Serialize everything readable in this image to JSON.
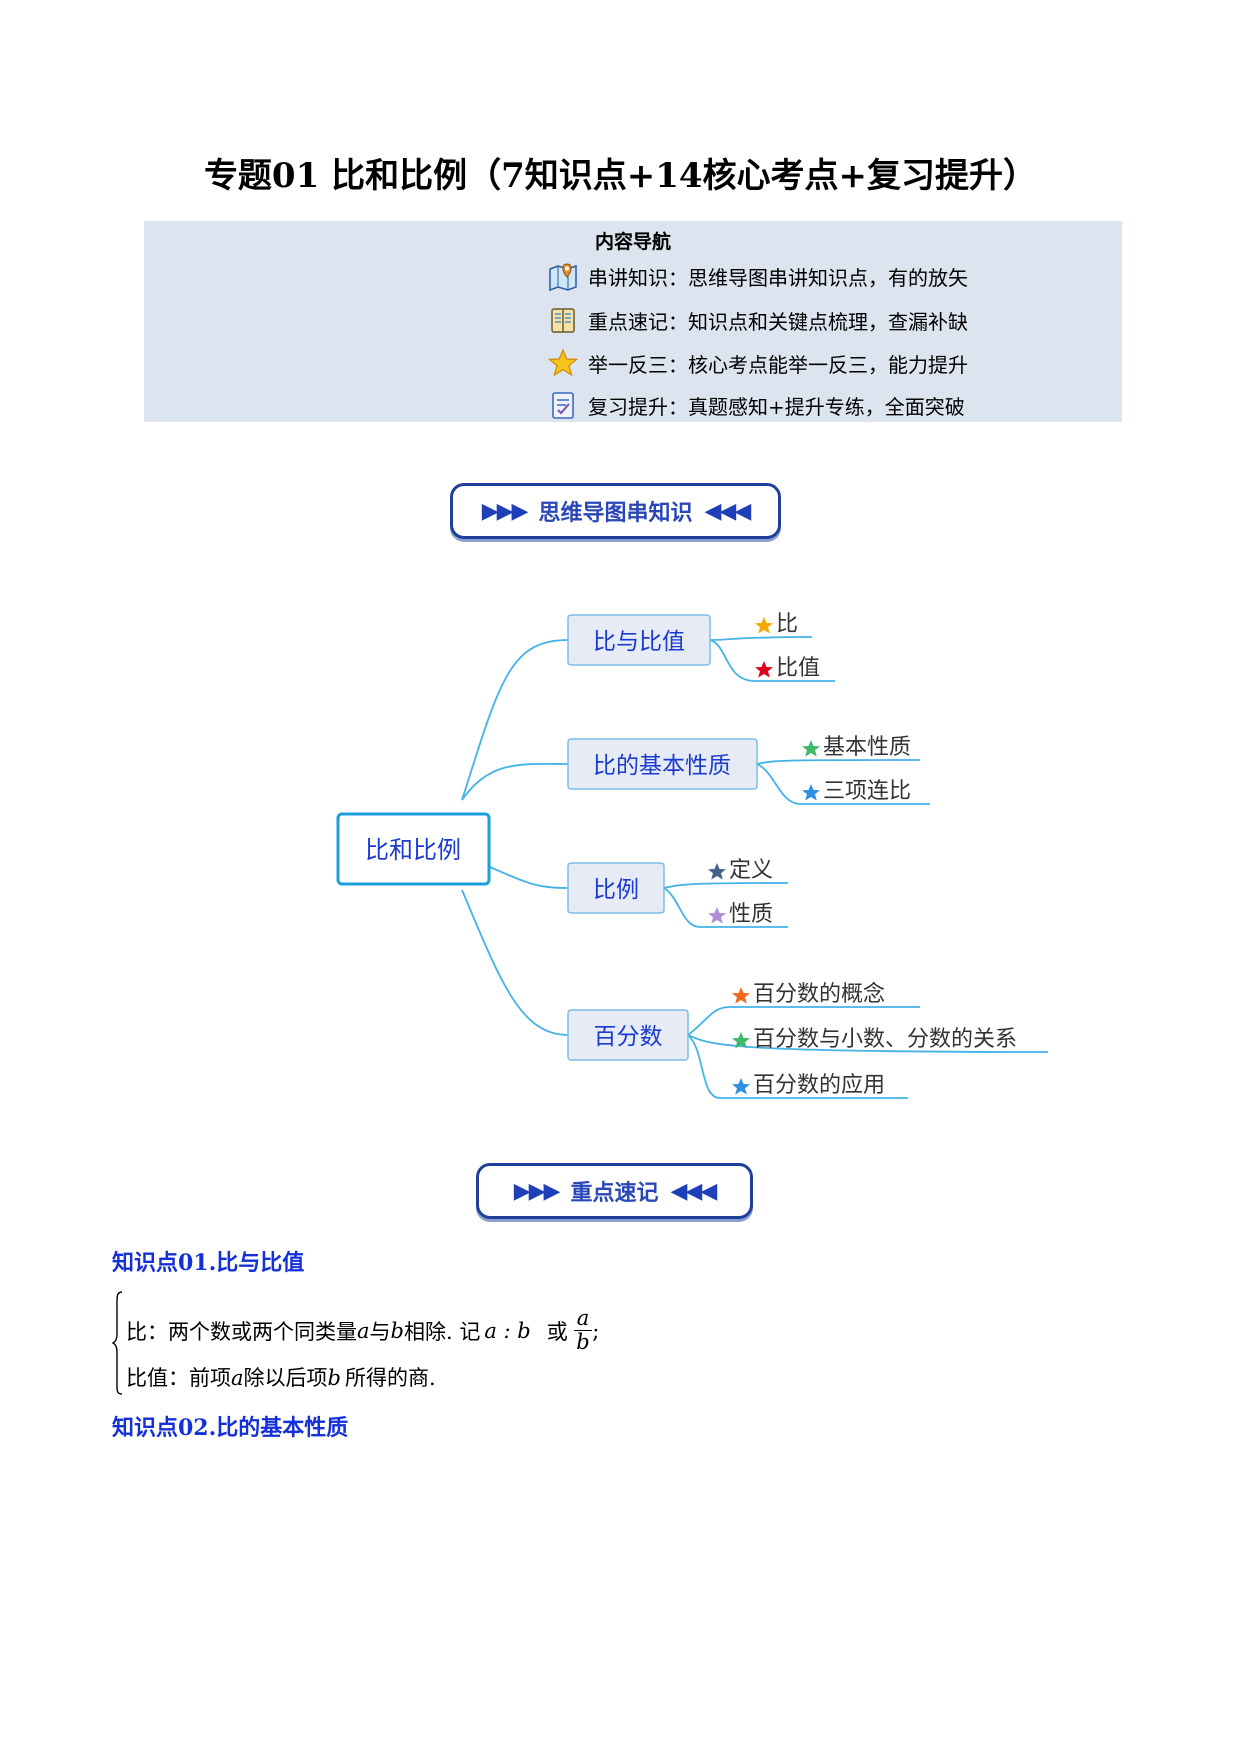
{
  "title": "专题01 比和比例（7知识点+14核心考点+复习提升）",
  "nav": {
    "heading": "内容导航",
    "rows": [
      {
        "icon": "map-icon",
        "text": "串讲知识：思维导图串讲知识点，有的放矢"
      },
      {
        "icon": "book-icon",
        "text": "重点速记：知识点和关键点梳理，查漏补缺"
      },
      {
        "icon": "star-icon",
        "text": "举一反三：核心考点能举一反三，能力提升"
      },
      {
        "icon": "checklist-icon",
        "text": "复习提升：真题感知+提升专练，全面突破"
      }
    ]
  },
  "banner1": {
    "label": "思维导图串知识"
  },
  "banner2": {
    "label": "重点速记"
  },
  "mindmap": {
    "root": "比和比例",
    "branches": [
      {
        "label": "比与比值",
        "leaves": [
          {
            "text": "比",
            "star": "#f2a900"
          },
          {
            "text": "比值",
            "star": "#e0001b"
          }
        ]
      },
      {
        "label": "比的基本性质",
        "leaves": [
          {
            "text": "基本性质",
            "star": "#3fb86a"
          },
          {
            "text": "三项连比",
            "star": "#2f8fe0"
          }
        ]
      },
      {
        "label": "比例",
        "leaves": [
          {
            "text": "定义",
            "star": "#45608a"
          },
          {
            "text": "性质",
            "star": "#b08fd8"
          }
        ]
      },
      {
        "label": "百分数",
        "leaves": [
          {
            "text": "百分数的概念",
            "star": "#f06a1d"
          },
          {
            "text": "百分数与小数、分数的关系",
            "star": "#3fb86a"
          },
          {
            "text": "百分数的应用",
            "star": "#2f8fe0"
          }
        ]
      }
    ]
  },
  "kp1": {
    "heading": "知识点01.比与比值",
    "line1_prefix": "比：两个数或两个同类量",
    "line1_a": "a",
    "line1_mid": "与",
    "line1_b": "b",
    "line1_suffix": "相除. 记",
    "line1_ratio": "a : b",
    "line1_or": "或",
    "frac_num": "a",
    "frac_den": "b",
    "line1_end": ";",
    "line2_prefix": "比值：前项",
    "line2_a": "a",
    "line2_mid": "除以后项",
    "line2_b": "b",
    "line2_suffix": "所得的商."
  },
  "kp2": {
    "heading": "知识点02.比的基本性质"
  }
}
